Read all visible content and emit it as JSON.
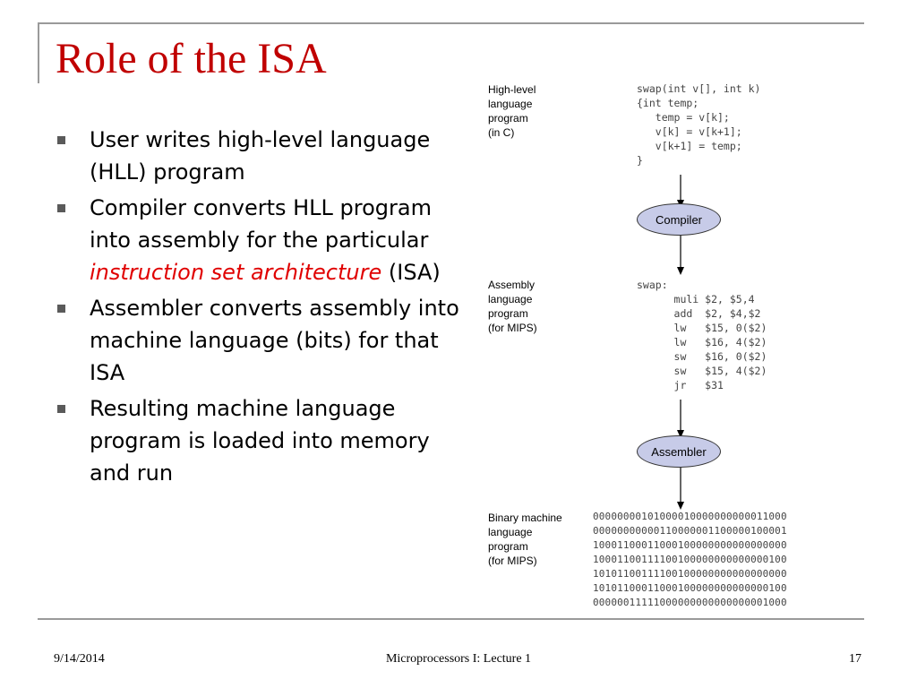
{
  "title": "Role of the ISA",
  "bullets": [
    {
      "parts": [
        {
          "text": "User writes high-level language (HLL) program",
          "emphasis": false
        }
      ]
    },
    {
      "parts": [
        {
          "text": "Compiler converts HLL program into assembly for the particular ",
          "emphasis": false
        },
        {
          "text": "instruction set architecture",
          "emphasis": true
        },
        {
          "text": " (ISA)",
          "emphasis": false
        }
      ]
    },
    {
      "parts": [
        {
          "text": "Assembler converts assembly into machine language (bits) for that ISA",
          "emphasis": false
        }
      ]
    },
    {
      "parts": [
        {
          "text": "Resulting machine language program is loaded into memory and run",
          "emphasis": false
        }
      ]
    }
  ],
  "diagram": {
    "hll_label": "High-level\nlanguage\nprogram\n(in C)",
    "hll_code": "swap(int v[], int k)\n{int temp;\n   temp = v[k];\n   v[k] = v[k+1];\n   v[k+1] = temp;\n}",
    "compiler_label": "Compiler",
    "asm_label": "Assembly\nlanguage\nprogram\n(for MIPS)",
    "asm_code": "swap:\n      muli $2, $5,4\n      add  $2, $4,$2\n      lw   $15, 0($2)\n      lw   $16, 4($2)\n      sw   $16, 0($2)\n      sw   $15, 4($2)\n      jr   $31",
    "assembler_label": "Assembler",
    "bin_label": "Binary machine\nlanguage\nprogram\n(for MIPS)",
    "bin_code": "00000000101000010000000000011000\n00000000000110000001100000100001\n10001100011000100000000000000000\n10001100111100100000000000000100\n10101100111100100000000000000000\n10101100011000100000000000000100\n00000011111000000000000000001000",
    "ellipse_color": "#c7cbe8"
  },
  "footer": {
    "date": "9/14/2014",
    "course": "Microprocessors I:  Lecture 1",
    "page": "17"
  },
  "colors": {
    "title": "#c00000",
    "emphasis": "#e00000",
    "frame": "#9a9a9a"
  }
}
